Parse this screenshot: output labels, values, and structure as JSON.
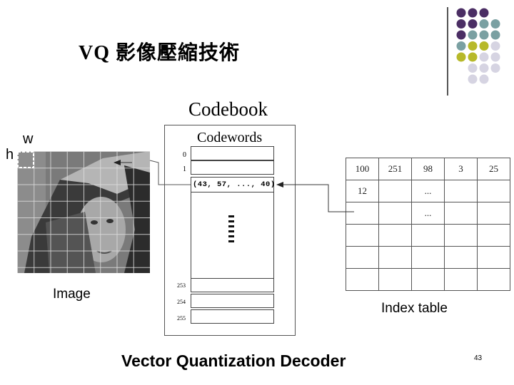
{
  "slide": {
    "title": "VQ 影像壓縮技術",
    "page_number": "43"
  },
  "image_panel": {
    "width_label": "w",
    "height_label": "h",
    "caption": "Image"
  },
  "codebook": {
    "title": "Codebook",
    "subtitle": "Codewords",
    "indices_top": [
      "0",
      "1"
    ],
    "indices_bottom": [
      "253",
      "254",
      "255"
    ],
    "vector_text": "(43, 57, ..., 40)"
  },
  "index_table": {
    "caption": "Index table",
    "rows": [
      [
        "100",
        "251",
        "98",
        "3",
        "25"
      ],
      [
        "12",
        "",
        "...",
        "",
        ""
      ],
      [
        "",
        "",
        "...",
        "",
        ""
      ],
      [
        "",
        "",
        "",
        "",
        ""
      ],
      [
        "",
        "",
        "",
        "",
        ""
      ],
      [
        "",
        "",
        "",
        "",
        ""
      ]
    ]
  },
  "footer": {
    "caption": "Vector Quantization Decoder"
  },
  "decor": {
    "dot_colors": [
      "#4b2e64",
      "#7aa0a2",
      "#b7b92a",
      "#d6d4e2"
    ]
  }
}
